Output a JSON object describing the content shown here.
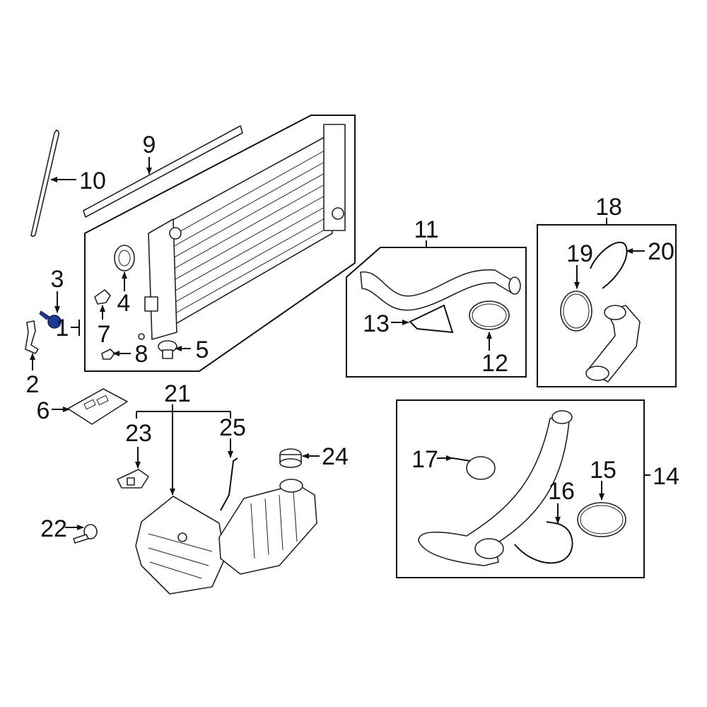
{
  "callouts": {
    "c1": "1",
    "c2": "2",
    "c3": "3",
    "c4": "4",
    "c5": "5",
    "c6": "6",
    "c7": "7",
    "c8": "8",
    "c9": "9",
    "c10": "10",
    "c11": "11",
    "c12": "12",
    "c13": "13",
    "c14": "14",
    "c15": "15",
    "c16": "16",
    "c17": "17",
    "c18": "18",
    "c19": "19",
    "c20": "20",
    "c21": "21",
    "c22": "22",
    "c23": "23",
    "c24": "24",
    "c25": "25"
  },
  "colors": {
    "line": "#111111",
    "highlight_part": "#1f3a93"
  }
}
